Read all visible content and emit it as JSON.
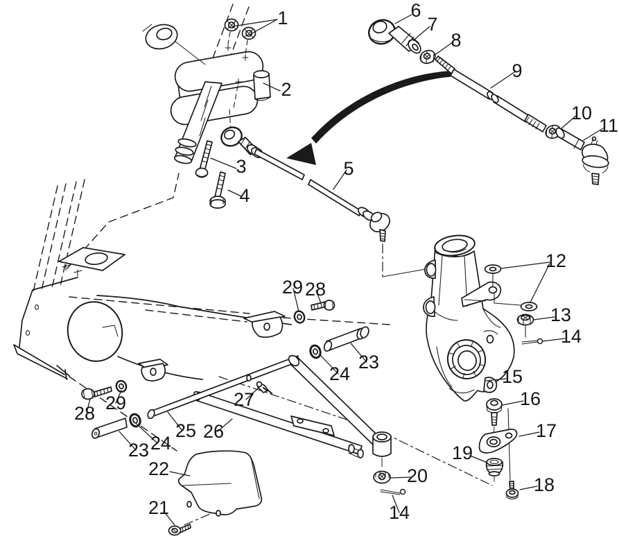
{
  "figure": {
    "kind": "exploded-parts-diagram",
    "background_color": "#ffffff",
    "line_color": "#1a1a1a",
    "callouts": [
      {
        "label": "1"
      },
      {
        "label": "2"
      },
      {
        "label": "3"
      },
      {
        "label": "4"
      },
      {
        "label": "5"
      },
      {
        "label": "6"
      },
      {
        "label": "7"
      },
      {
        "label": "8"
      },
      {
        "label": "9"
      },
      {
        "label": "10"
      },
      {
        "label": "11"
      },
      {
        "label": "12"
      },
      {
        "label": "13"
      },
      {
        "label": "14"
      },
      {
        "label": "15"
      },
      {
        "label": "16"
      },
      {
        "label": "17"
      },
      {
        "label": "18"
      },
      {
        "label": "19"
      },
      {
        "label": "20"
      },
      {
        "label": "14"
      },
      {
        "label": "21"
      },
      {
        "label": "22"
      },
      {
        "label": "23"
      },
      {
        "label": "24"
      },
      {
        "label": "25"
      },
      {
        "label": "26"
      },
      {
        "label": "27"
      },
      {
        "label": "28"
      },
      {
        "label": "29"
      },
      {
        "label": "28"
      },
      {
        "label": "29"
      },
      {
        "label": "23"
      },
      {
        "label": "24"
      }
    ]
  }
}
